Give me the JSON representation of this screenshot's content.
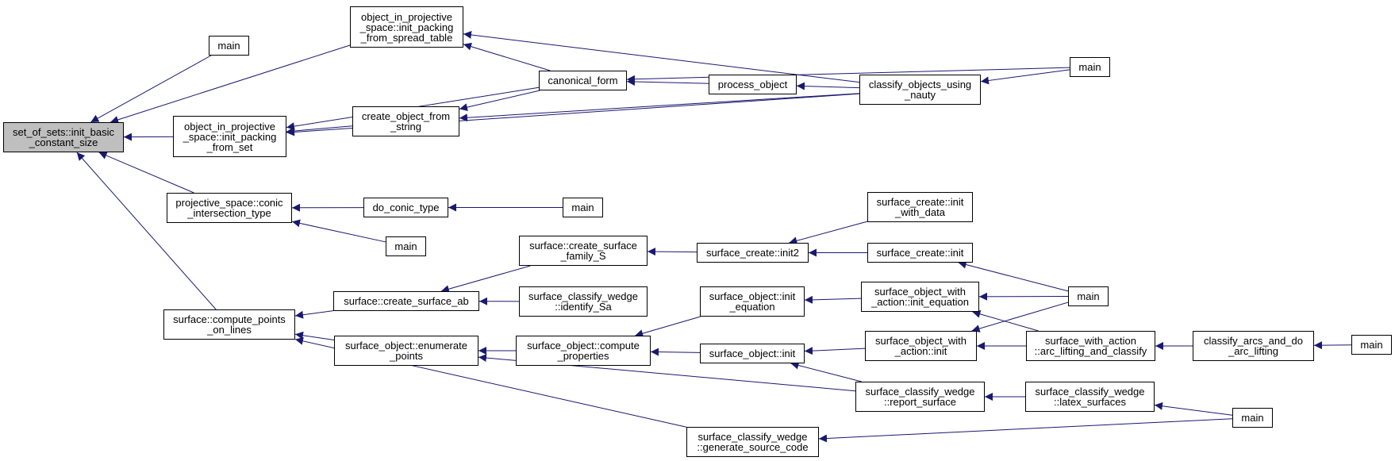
{
  "graph": {
    "nodes": [
      {
        "id": "root",
        "label": "set_of_sets::init_basic\n_constant_size",
        "root": true
      },
      {
        "id": "main_a",
        "label": "main"
      },
      {
        "id": "oips_spread",
        "label": "object_in_projective\n_space::init_packing\n_from_spread_table"
      },
      {
        "id": "oips_set",
        "label": "object_in_projective\n_space::init_packing\n_from_set"
      },
      {
        "id": "canonical",
        "label": "canonical_form"
      },
      {
        "id": "create_obj",
        "label": "create_object_from\n_string"
      },
      {
        "id": "process_obj",
        "label": "process_object"
      },
      {
        "id": "classify_nauty",
        "label": "classify_objects_using\n_nauty"
      },
      {
        "id": "main_b",
        "label": "main"
      },
      {
        "id": "conic",
        "label": "projective_space::conic\n_intersection_type"
      },
      {
        "id": "do_conic",
        "label": "do_conic_type"
      },
      {
        "id": "main_c",
        "label": "main"
      },
      {
        "id": "main_d",
        "label": "main"
      },
      {
        "id": "compute_points",
        "label": "surface::compute_points\n_on_lines"
      },
      {
        "id": "create_ab",
        "label": "surface::create_surface_ab"
      },
      {
        "id": "family_s",
        "label": "surface::create_surface\n_family_S"
      },
      {
        "id": "identify_sa",
        "label": "surface_classify_wedge\n::identify_Sa"
      },
      {
        "id": "init2",
        "label": "surface_create::init2"
      },
      {
        "id": "init_with_data",
        "label": "surface_create::init\n_with_data"
      },
      {
        "id": "sc_init",
        "label": "surface_create::init"
      },
      {
        "id": "enumerate",
        "label": "surface_object::enumerate\n_points"
      },
      {
        "id": "compute_props",
        "label": "surface_object::compute\n_properties"
      },
      {
        "id": "init_eq",
        "label": "surface_object::init\n_equation"
      },
      {
        "id": "so_init",
        "label": "surface_object::init"
      },
      {
        "id": "swa_init_eq",
        "label": "surface_object_with\n_action::init_equation"
      },
      {
        "id": "swa_init",
        "label": "surface_object_with\n_action::init"
      },
      {
        "id": "main_e",
        "label": "main"
      },
      {
        "id": "arc_lifting",
        "label": "surface_with_action\n::arc_lifting_and_classify"
      },
      {
        "id": "classify_arcs",
        "label": "classify_arcs_and_do\n_arc_lifting"
      },
      {
        "id": "main_f",
        "label": "main"
      },
      {
        "id": "report",
        "label": "surface_classify_wedge\n::report_surface"
      },
      {
        "id": "latex",
        "label": "surface_classify_wedge\n::latex_surfaces"
      },
      {
        "id": "main_g",
        "label": "main"
      },
      {
        "id": "gen_source",
        "label": "surface_classify_wedge\n::generate_source_code"
      }
    ],
    "edges": [
      [
        "main_a",
        "root"
      ],
      [
        "oips_spread",
        "root"
      ],
      [
        "oips_set",
        "root"
      ],
      [
        "conic",
        "root"
      ],
      [
        "compute_points",
        "root"
      ],
      [
        "canonical",
        "oips_spread"
      ],
      [
        "classify_nauty",
        "oips_spread"
      ],
      [
        "canonical",
        "oips_set"
      ],
      [
        "create_obj",
        "oips_set"
      ],
      [
        "classify_nauty",
        "oips_set"
      ],
      [
        "canonical",
        "create_obj"
      ],
      [
        "classify_nauty",
        "create_obj"
      ],
      [
        "process_obj",
        "canonical"
      ],
      [
        "classify_nauty",
        "process_obj"
      ],
      [
        "main_b",
        "canonical"
      ],
      [
        "main_b",
        "classify_nauty"
      ],
      [
        "do_conic",
        "conic"
      ],
      [
        "main_d",
        "conic"
      ],
      [
        "main_c",
        "do_conic"
      ],
      [
        "create_ab",
        "compute_points"
      ],
      [
        "enumerate",
        "compute_points"
      ],
      [
        "gen_source",
        "compute_points"
      ],
      [
        "family_s",
        "create_ab"
      ],
      [
        "identify_sa",
        "create_ab"
      ],
      [
        "init2",
        "family_s"
      ],
      [
        "init_with_data",
        "init2"
      ],
      [
        "sc_init",
        "init2"
      ],
      [
        "main_e",
        "sc_init"
      ],
      [
        "compute_props",
        "enumerate"
      ],
      [
        "report",
        "enumerate"
      ],
      [
        "init_eq",
        "compute_props"
      ],
      [
        "so_init",
        "compute_props"
      ],
      [
        "swa_init_eq",
        "init_eq"
      ],
      [
        "swa_init",
        "so_init"
      ],
      [
        "report",
        "so_init"
      ],
      [
        "main_e",
        "swa_init_eq"
      ],
      [
        "arc_lifting",
        "swa_init_eq"
      ],
      [
        "main_e",
        "swa_init"
      ],
      [
        "arc_lifting",
        "swa_init"
      ],
      [
        "classify_arcs",
        "arc_lifting"
      ],
      [
        "main_f",
        "classify_arcs"
      ],
      [
        "latex",
        "report"
      ],
      [
        "main_g",
        "latex"
      ],
      [
        "main_g",
        "gen_source"
      ]
    ],
    "colors": {
      "edge": "#191970",
      "node_border": "#000000",
      "root_fill": "#bfbfbf",
      "node_fill": "#ffffff"
    }
  }
}
